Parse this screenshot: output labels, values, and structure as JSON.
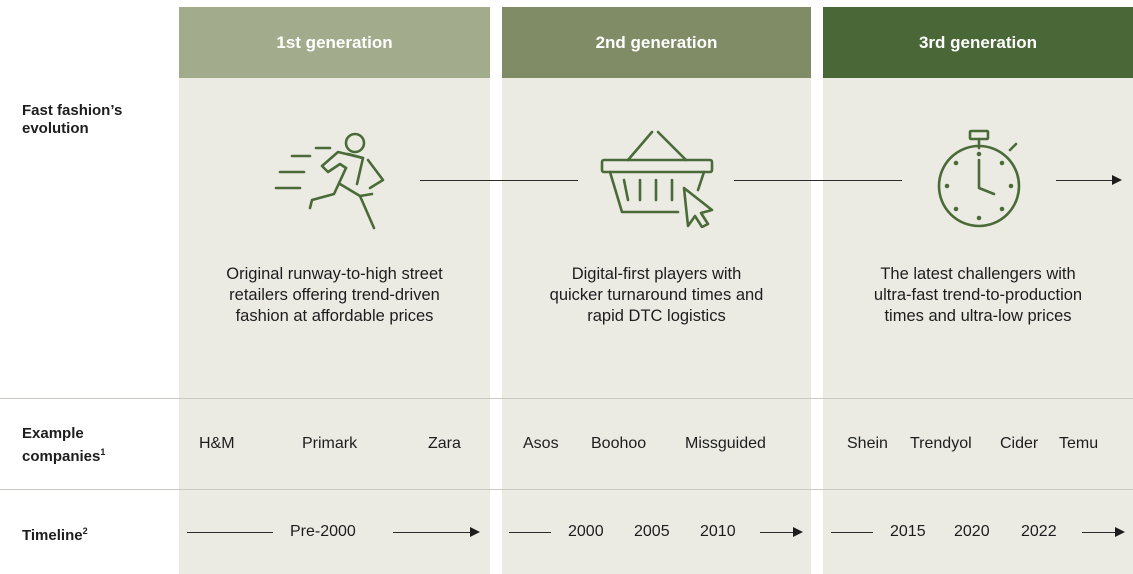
{
  "generations": [
    {
      "title": "1st generation",
      "color": "#a2ab8b",
      "description": [
        "Original runway-to-high street",
        "retailers offering trend-driven",
        "fashion at affordable prices"
      ],
      "companies": [
        "H&M",
        "Primark",
        "Zara"
      ],
      "timeline": [
        "Pre-2000"
      ],
      "icon": "running-person-icon"
    },
    {
      "title": "2nd generation",
      "color": "#7f8c65",
      "description": [
        "Digital-first players with",
        "quicker turnaround times and",
        "rapid DTC logistics"
      ],
      "companies": [
        "Asos",
        "Boohoo",
        "Missguided"
      ],
      "timeline": [
        "2000",
        "2005",
        "2010"
      ],
      "icon": "shopping-basket-cursor-icon"
    },
    {
      "title": "3rd generation",
      "color": "#496737",
      "description": [
        "The latest challengers with",
        "ultra-fast trend-to-production",
        "times and ultra-low prices"
      ],
      "companies": [
        "Shein",
        "Trendyol",
        "Cider",
        "Temu"
      ],
      "timeline": [
        "2015",
        "2020",
        "2022"
      ],
      "icon": "stopwatch-icon"
    }
  ],
  "rows": {
    "evolution": {
      "line1": "Fast fashion’s",
      "line2": "evolution"
    },
    "companies": {
      "line1": "Example",
      "line2": "companies",
      "footnote": "1"
    },
    "timeline": {
      "label": "Timeline",
      "footnote": "2"
    }
  }
}
